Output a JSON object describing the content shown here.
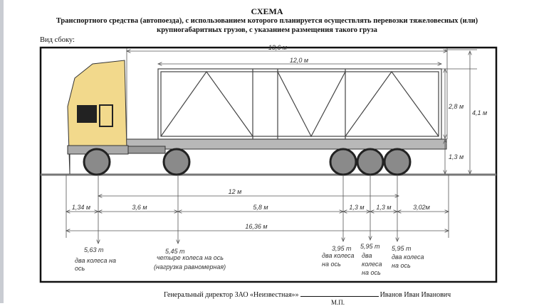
{
  "document": {
    "title": "СХЕМА",
    "subtitle_line1": "Транспортного средства (автопоезда), с использованием которого планируется осуществлять перевозки тяжеловесных (или)",
    "subtitle_line2": "крупногабаритных грузов, с указанием размещения такого груза",
    "view_label": "Вид сбоку:"
  },
  "dimensions": {
    "total_cargo_length": "13,6 м",
    "container_length": "12,0 м",
    "container_height": "2,8 м",
    "total_height": "4,1 м",
    "deck_height": "1,3 м",
    "wheelbase": "12 м",
    "segments": [
      "1,34 м",
      "3,6 м",
      "5,8 м",
      "1,3 м",
      "1,3 м",
      "3,02м"
    ],
    "overall_length": "16,36 м"
  },
  "axles": [
    {
      "load": "5,63 т",
      "desc": [
        "два колеса на",
        "ось"
      ]
    },
    {
      "load": "5,45 т",
      "desc": [
        "четыре колеса на ось",
        "(нагрузка равномерная)"
      ]
    },
    {
      "load": "3,95 т",
      "desc": [
        "два колеса",
        "на ось"
      ]
    },
    {
      "load": "5,95 т",
      "desc": [
        "два",
        "колеса",
        "на ось"
      ]
    },
    {
      "load": "5,95 т",
      "desc": [
        "два колеса",
        "на ось"
      ]
    }
  ],
  "signature": {
    "position": "Генеральный директор ЗАО «Неизвестная»»",
    "name": "Иванов Иван Иванович",
    "stamp": "М.П."
  },
  "colors": {
    "cab": "#f2d98c",
    "wheel": "#8a8a8a",
    "trailer": "#b8b8b8"
  }
}
